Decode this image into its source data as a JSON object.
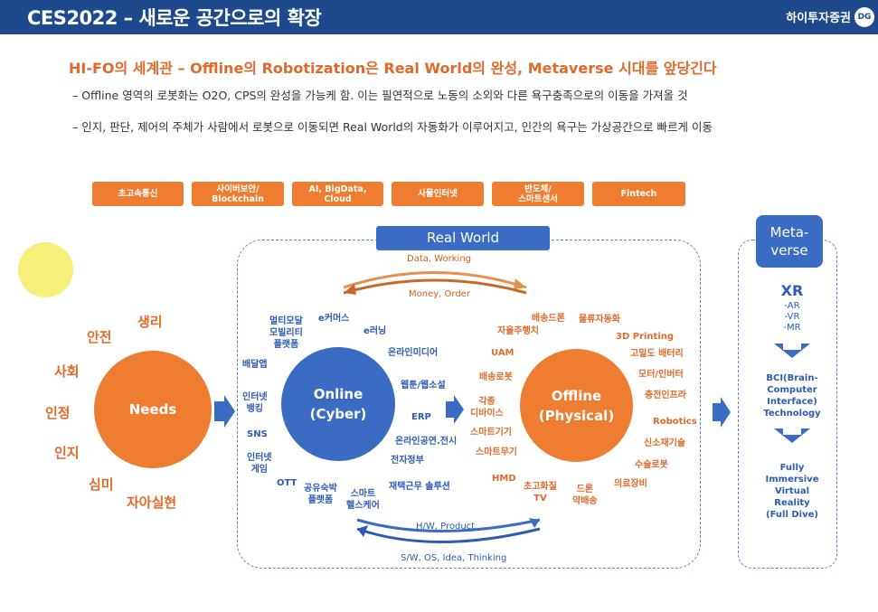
{
  "header": {
    "title": "CES2022 – 새로운 공간으로의 확장",
    "brand": "하이투자증권",
    "logo": "DG"
  },
  "heading": "HI-FO의 세계관 – Offline의 Robotization은 Real World의 완성, Metaverse 시대를 앞당긴다",
  "bullets": [
    "– Offline 영역의 로봇화는 O2O, CPS의 완성을 가능케 함. 이는 필연적으로 노동의 소외와 다른 욕구충족으로의 이동을 가져올 것",
    "– 인지, 판단, 제어의 주체가 사람에서 로봇으로 이동되면 Real World의 자동화가 이루어지고, 인간의 욕구는 가상공간으로 빠르게 이동"
  ],
  "tech_boxes": [
    "초고속통신",
    "사이버보안/\nBlockchain",
    "AI, BigData,\nCloud",
    "사물인터넷",
    "반도체/\n스마트센서",
    "Fintech"
  ],
  "real_world_label": "Real World",
  "metaverse_label": "Meta-\nverse",
  "needs": {
    "center": "Needs",
    "items": [
      "생리",
      "안전",
      "사회",
      "인정",
      "인지",
      "심미",
      "자아실현"
    ]
  },
  "online": {
    "title": "Online\n(Cyber)",
    "items": [
      "멀티모달\n모빌리티\n플랫폼",
      "e커머스",
      "e러닝",
      "배달앱",
      "온라인미디어",
      "인터넷\n뱅킹",
      "웹툰/웹소설",
      "SNS",
      "ERP",
      "인터넷\n게임",
      "온라인공연.전시",
      "OTT",
      "전자정부",
      "공유숙박\n플랫폼",
      "스마트\n헬스케어",
      "재택근무 솔루션"
    ]
  },
  "offline": {
    "title": "Offline\n(Physical)",
    "items": [
      "배송드론",
      "물류자동화",
      "자율주행치",
      "3D Printing",
      "UAM",
      "고밀도 배터리",
      "배송로봇",
      "모터/인버터",
      "각종\n디바이스",
      "충전인프라",
      "스마트기기",
      "Robotics",
      "스마트무기",
      "신소재기술",
      "수술로봇",
      "HMD",
      "초고화질\nTV",
      "드론\n약배송",
      "의료장비"
    ]
  },
  "flows": {
    "data_working": "Data, Working",
    "money_order": "Money, Order",
    "hw_product": "H/W, Product",
    "sw": "S/W, OS, Idea, Thinking"
  },
  "metaverse": {
    "xr": "XR",
    "xr_sub": "-AR\n-VR\n-MR",
    "bci": "BCI(Brain-\nComputer\nInterface)\nTechnology",
    "full": "Fully\nImmersive\nVirtual\nReality\n(Full Dive)"
  },
  "colors": {
    "navy": "#1d4a8c",
    "orange": "#ee7d31",
    "blue": "#3b6cc4",
    "yellow": "#f4f07a"
  }
}
